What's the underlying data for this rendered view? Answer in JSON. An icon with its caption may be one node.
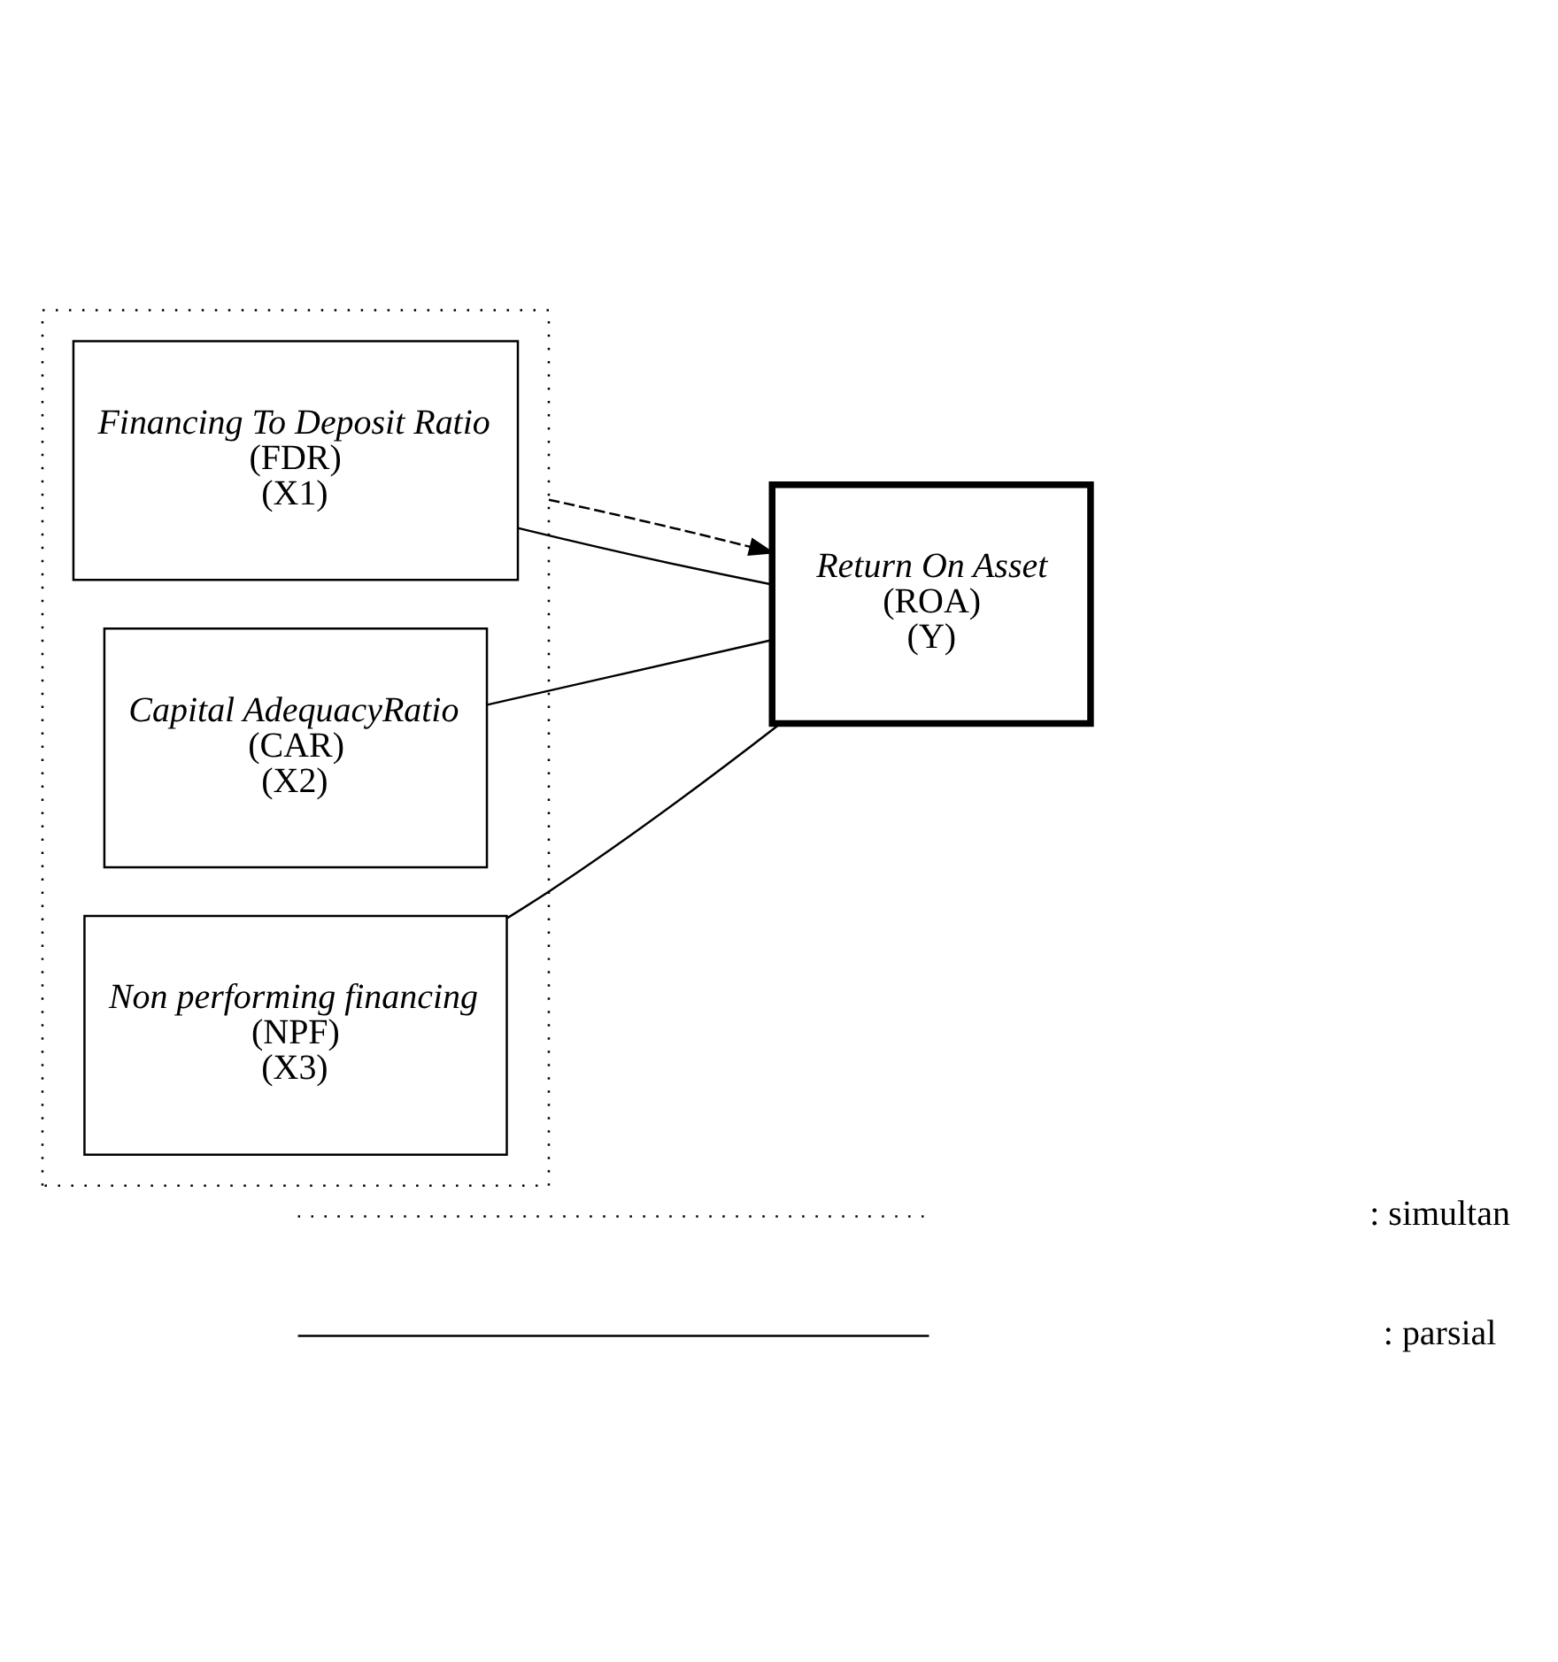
{
  "diagram": {
    "nodes": [
      {
        "text": [],
        "shape": "box"
      },
      {
        "text": [
          "Financing To Deposit Ratio",
          "(FDR)",
          "(X1)"
        ],
        "in": 0
      },
      {
        "text": [
          "Capital AdequacyRatio",
          "(CAR)",
          "(X2)"
        ],
        "in": 0
      },
      {
        "text": [
          "Non performing financing",
          "(NPF)",
          "(X3)"
        ],
        "in": 0
      },
      {
        "text": [
          "Return On Asset",
          "(ROA)",
          "(Y)"
        ]
      }
    ],
    "edges": [
      {
        "from": 1,
        "to": 4,
        "arrow": "none"
      },
      {
        "from": 2,
        "to": 4,
        "arrow": "none"
      },
      {
        "from": 3,
        "to": 4,
        "arrow": "none"
      },
      {
        "from": 0,
        "to": 4,
        "arrow": "to",
        "style": "dashed"
      }
    ],
    "legend": [
      {
        "text": ": simultan"
      },
      {
        "text": ": parsial"
      }
    ]
  }
}
